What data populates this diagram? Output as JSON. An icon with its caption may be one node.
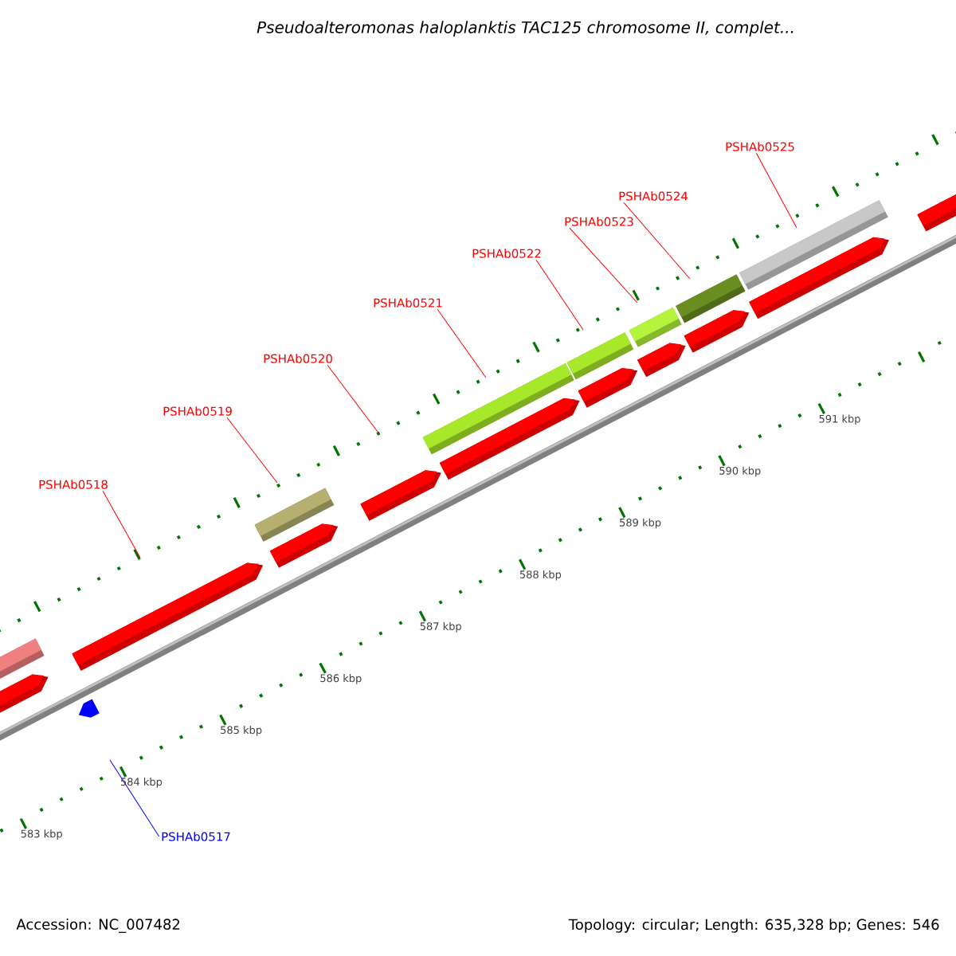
{
  "diagram": {
    "title": "*Pseudoalteromonas haloplanktis* TAC125 chromosome II, complet...",
    "nodes": [
      {
        "text": [
          "PSHAb0525"
        ]
      },
      {
        "text": [
          "PSHAb0524"
        ]
      },
      {
        "text": [
          "PSHAb0523"
        ]
      },
      {
        "text": [
          "PSHAb0522"
        ]
      },
      {
        "text": [
          "PSHAb0521"
        ]
      },
      {
        "text": [
          "PSHAb0520"
        ]
      },
      {
        "text": [
          "PSHAb0519"
        ]
      },
      {
        "text": [
          "PSHAb0518"
        ]
      },
      {
        "text": [
          "PSHAb0517"
        ]
      }
    ],
    "edges": [
      {
        "from": 0,
        "to": null,
        "arrow": "none"
      },
      {
        "from": 1,
        "to": null,
        "arrow": "none"
      },
      {
        "from": 2,
        "to": null,
        "arrow": "none"
      },
      {
        "from": 3,
        "to": null,
        "arrow": "none"
      },
      {
        "from": 4,
        "to": null,
        "arrow": "none"
      },
      {
        "from": 5,
        "to": null,
        "arrow": "none"
      },
      {
        "from": 6,
        "to": null,
        "arrow": "none"
      },
      {
        "from": 7,
        "to": null,
        "arrow": "none"
      },
      {
        "from": 8,
        "to": null,
        "arrow": "none",
        "color": "#0000ff"
      }
    ],
    "labels": [
      "591 kbp",
      "590 kbp",
      "589 kbp",
      "588 kbp",
      "587 kbp",
      "586 kbp",
      "585 kbp",
      "584 kbp",
      "583 kbp",
      "Accession: NC_007482",
      "Topology: circular; Length: 635,328 bp; Genes: 546"
    ]
  }
}
